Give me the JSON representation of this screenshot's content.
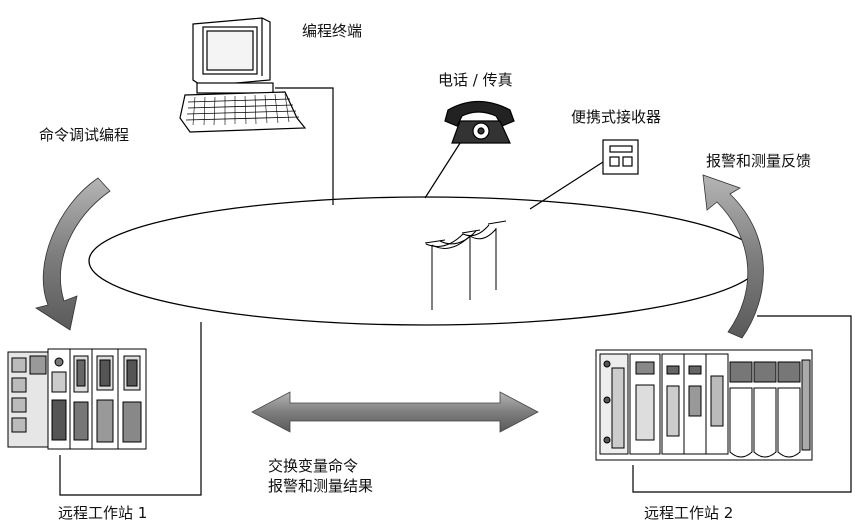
{
  "labels": {
    "programming_terminal": "编程终端",
    "phone_fax": "电话 / 传真",
    "portable_receiver": "便携式接收器",
    "command_debug": "命令调试编程",
    "alarm_feedback": "报警和测量反馈",
    "exchange_line1": "交换变量命令",
    "exchange_line2": "报警和测量结果",
    "station1": "远程工作站 1",
    "station2": "远程工作站 2"
  },
  "colors": {
    "arrow_fill": "#8a8a8a",
    "line": "#000000",
    "device_fill": "#ffffff"
  }
}
